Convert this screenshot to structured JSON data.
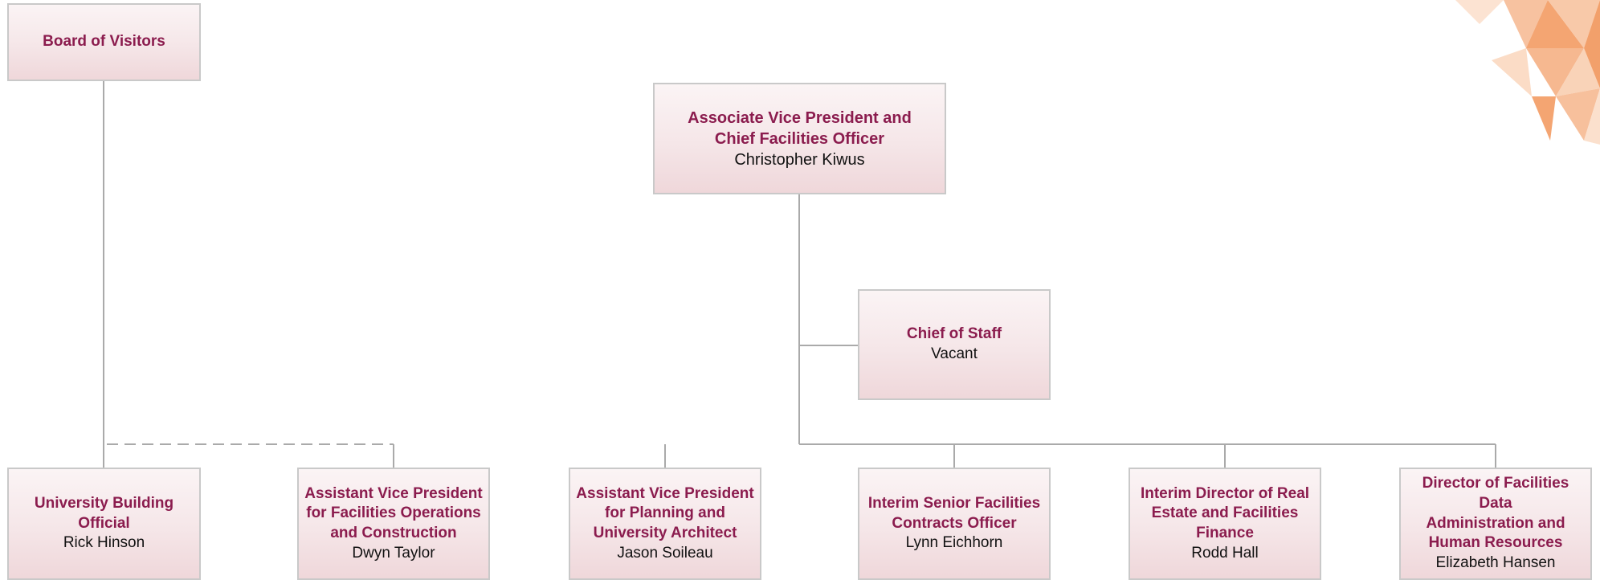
{
  "board": {
    "title": "Board of Visitors"
  },
  "head": {
    "title_line1": "Associate Vice President and",
    "title_line2": "Chief Facilities Officer",
    "name": "Christopher Kiwus"
  },
  "staff": {
    "title": "Chief of Staff",
    "name": "Vacant"
  },
  "reports": [
    {
      "lines": [
        "University Building Official"
      ],
      "name": "Rick Hinson"
    },
    {
      "lines": [
        "Assistant Vice President",
        "for Facilities Operations",
        "and Construction"
      ],
      "name": "Dwyn Taylor"
    },
    {
      "lines": [
        "Assistant Vice President",
        "for Planning and",
        "University Architect"
      ],
      "name": "Jason Soileau"
    },
    {
      "lines": [
        "Interim Senior Facilities",
        "Contracts Officer"
      ],
      "name": "Lynn Eichhorn"
    },
    {
      "lines": [
        "Interim Director of Real",
        "Estate and Facilities",
        "Finance"
      ],
      "name": "Rodd Hall"
    },
    {
      "lines": [
        "Director of Facilities Data",
        "Administration and",
        "Human Resources"
      ],
      "name": "Elizabeth Hansen"
    }
  ],
  "colors": {
    "title": "#8b1c4e",
    "connector": "#aaaaaa",
    "accent": "#f4a572"
  }
}
